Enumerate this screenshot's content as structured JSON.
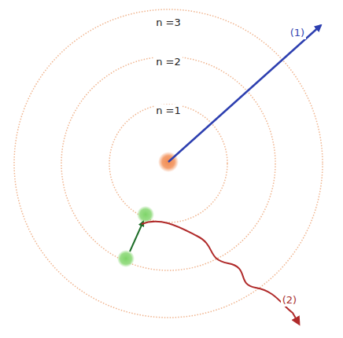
{
  "diagram": {
    "labels": [
      "n =3",
      "n =2",
      "n =1",
      "(1)",
      "(2)"
    ]
  }
}
